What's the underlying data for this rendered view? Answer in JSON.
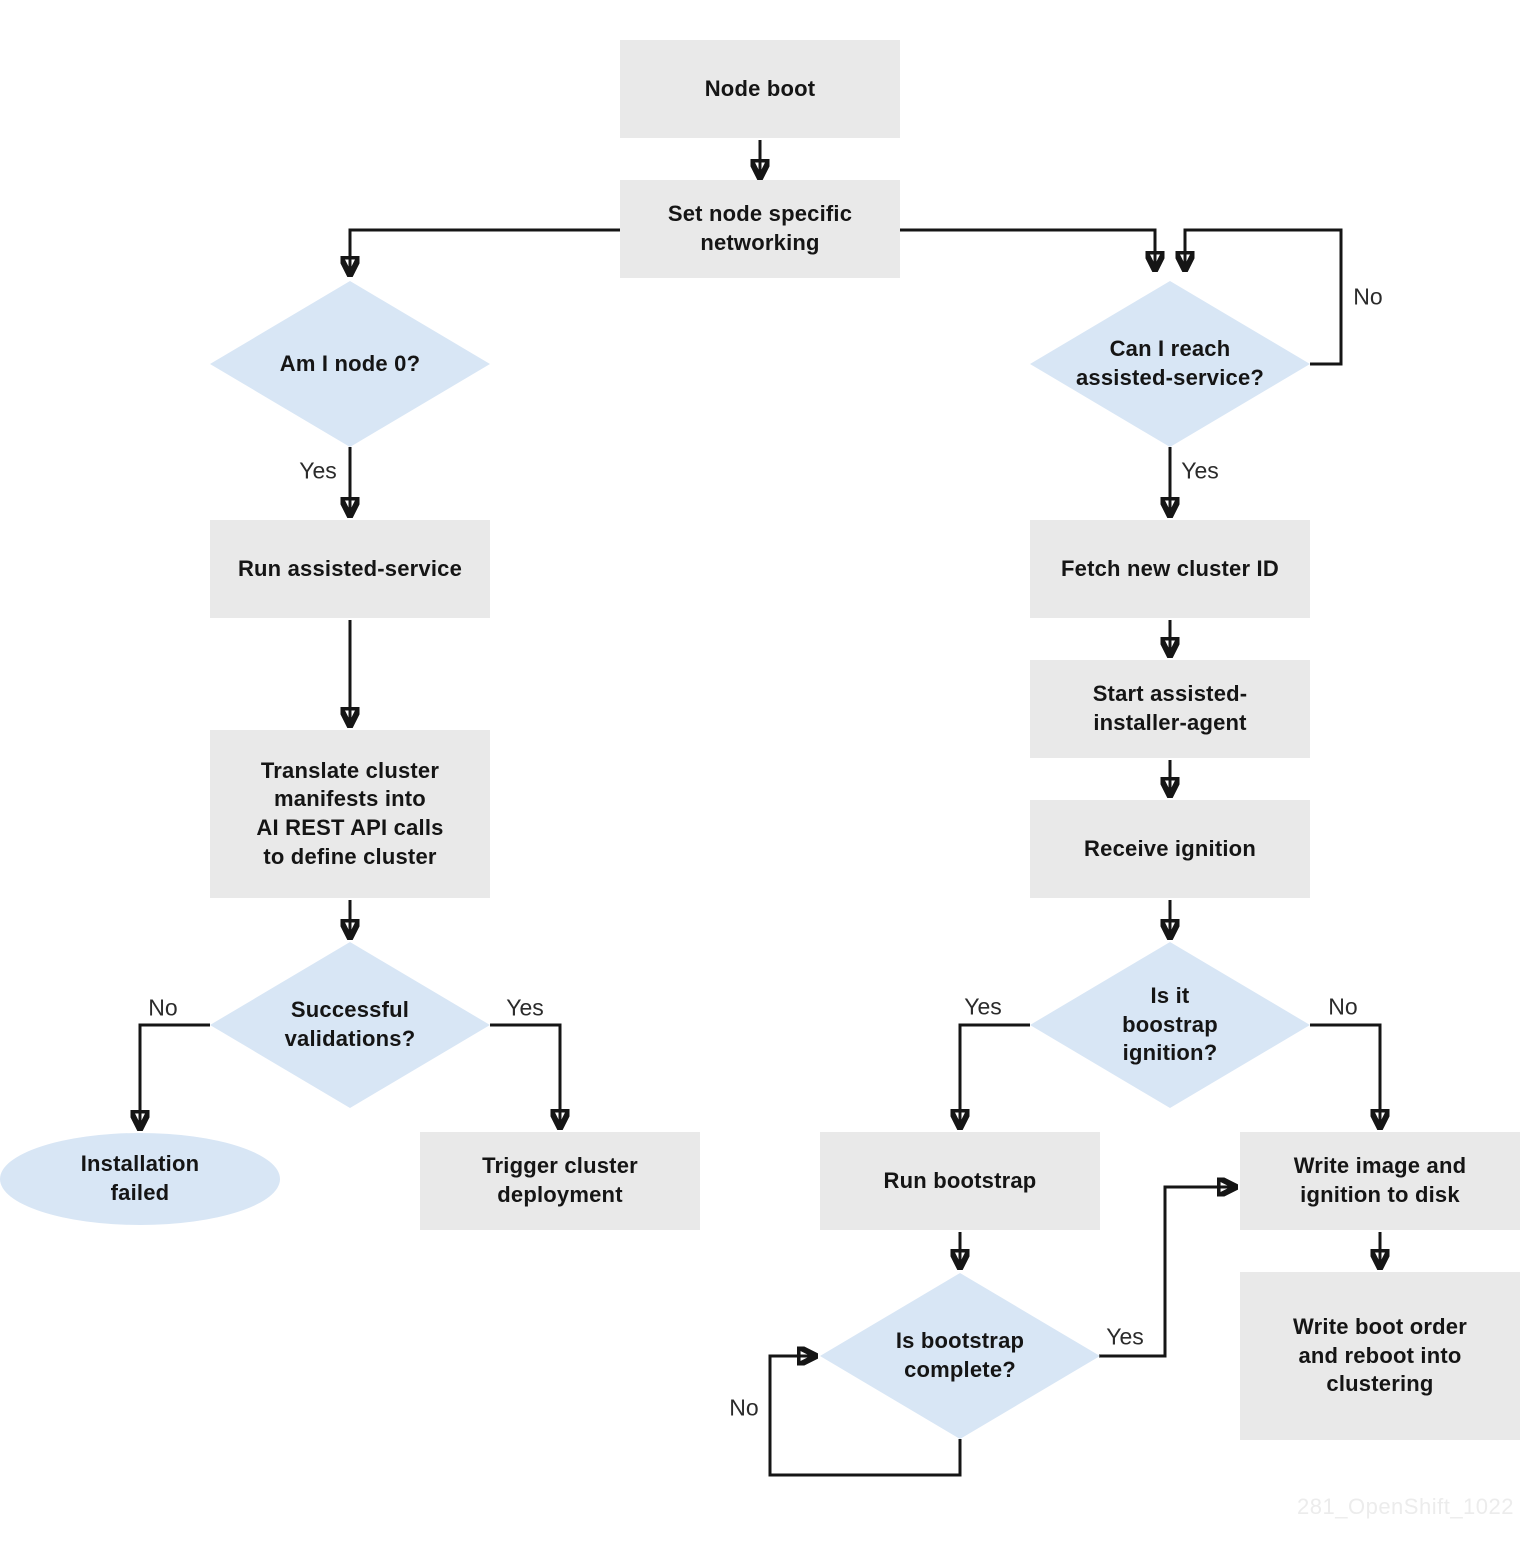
{
  "watermark": "281_OpenShift_1022",
  "colors": {
    "process_fill": "#e9e9e9",
    "decision_fill": "#d8e6f5",
    "terminal_fill": "#d8e6f5",
    "line": "#151515",
    "text": "#151515",
    "watermark_text": "#ececec"
  },
  "nodes": {
    "node_boot": "Node boot",
    "set_networking": "Set node specific\nnetworking",
    "am_i_node0": "Am I node 0?",
    "can_reach_service": "Can I reach\nassisted-service?",
    "run_assisted_service": "Run assisted-service",
    "fetch_cluster_id": "Fetch new cluster ID",
    "translate_manifests": "Translate cluster\nmanifests into\nAI REST API calls\nto define cluster",
    "start_agent": "Start assisted-\ninstaller-agent",
    "receive_ignition": "Receive ignition",
    "successful_validations": "Successful\nvalidations?",
    "installation_failed": "Installation\nfailed",
    "trigger_deployment": "Trigger cluster\ndeployment",
    "is_bootstrap_ignition": "Is it\nboostrap\nignition?",
    "run_bootstrap": "Run bootstrap",
    "write_image": "Write image and\nignition to disk",
    "is_bootstrap_complete": "Is bootstrap\ncomplete?",
    "write_boot_order": "Write boot order\nand reboot into\nclustering"
  },
  "edge_labels": {
    "am_i_node0_yes": "Yes",
    "can_reach_no": "No",
    "can_reach_yes": "Yes",
    "validations_no": "No",
    "validations_yes": "Yes",
    "ignition_yes": "Yes",
    "ignition_no": "No",
    "complete_no": "No",
    "complete_yes": "Yes"
  }
}
